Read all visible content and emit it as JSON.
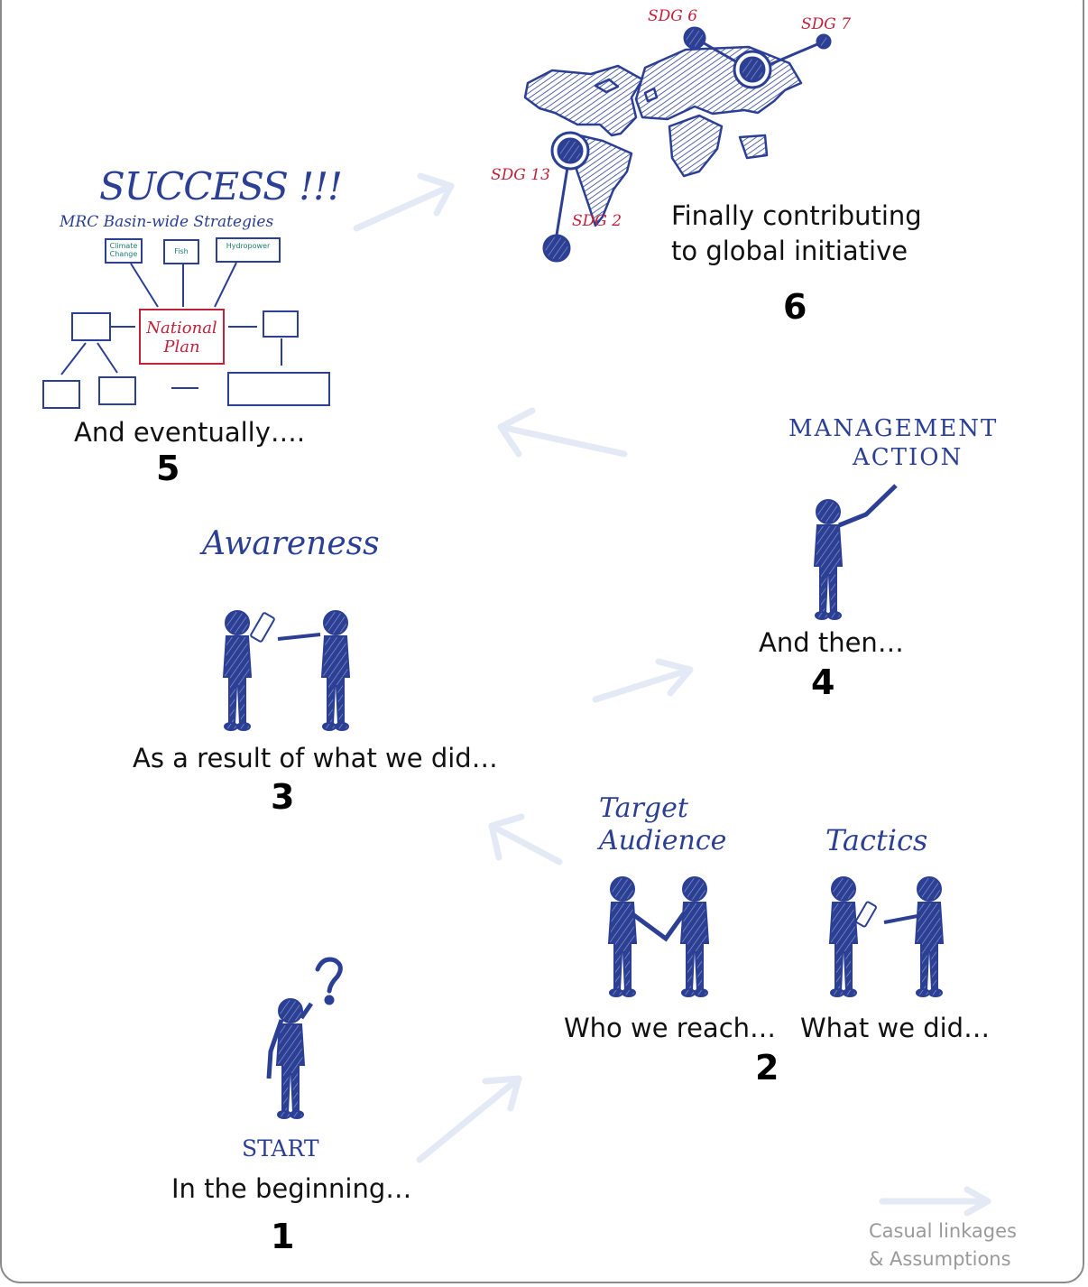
{
  "steps": [
    {
      "number": "1",
      "caption": "In the beginning…",
      "label": "START"
    },
    {
      "number": "2",
      "caption_left": "Who we reach…",
      "caption_right": "What we did…",
      "label_left": "Target Audience",
      "label_right": "Tactics"
    },
    {
      "number": "3",
      "caption": "As a result of what we did…",
      "label": "Awareness"
    },
    {
      "number": "4",
      "caption": "And then…",
      "label_line1": "MANAGEMENT",
      "label_line2": "ACTION"
    },
    {
      "number": "5",
      "caption": "And eventually….",
      "title": "SUCCESS !!!",
      "subtitle": "MRC Basin-wide Strategies",
      "boxes": [
        "Climate Change",
        "Fish",
        "Hydropower"
      ],
      "center_box_line1": "National",
      "center_box_line2": "Plan"
    },
    {
      "number": "6",
      "caption_line1": "Finally contributing",
      "caption_line2": "to global initiative",
      "sdgs": [
        "SDG 6",
        "SDG 7",
        "SDG 13",
        "SDG 2"
      ]
    }
  ],
  "legend": {
    "line1": "Casual linkages",
    "line2": "& Assumptions"
  },
  "colors": {
    "ink": "#2b3f94",
    "sdg": "#c2213a",
    "arrow": "#e3eaf6",
    "frame": "#8a8a8a"
  }
}
